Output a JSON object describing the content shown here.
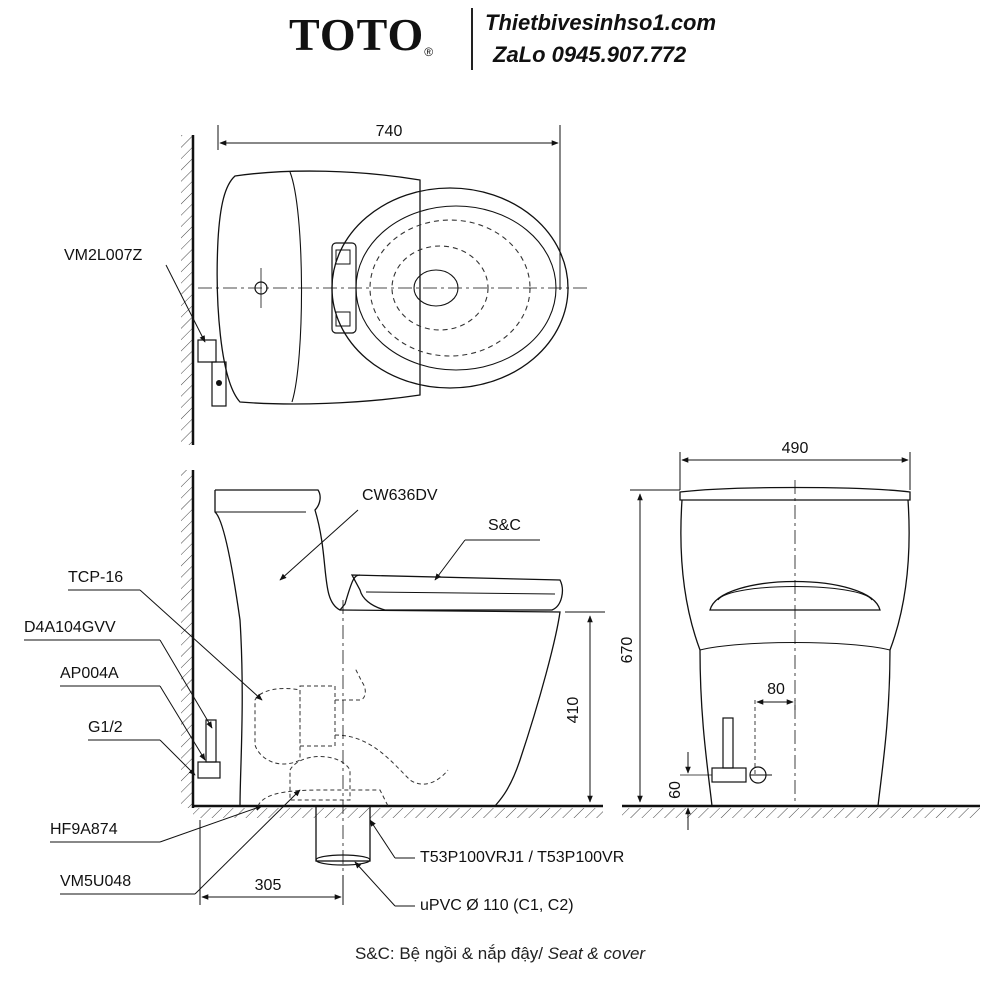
{
  "header": {
    "brand": "TOTO",
    "brand_mark": "®",
    "website": "Thietbivesinhso1.com",
    "contact": "ZaLo 0945.907.772"
  },
  "dimensions": {
    "top_width": "740",
    "front_width": "490",
    "total_height": "670",
    "seat_height": "410",
    "inlet_offset": "80",
    "inlet_height": "60",
    "rough_in": "305"
  },
  "parts": {
    "angle_valve": "VM2L007Z",
    "bowl": "CW636DV",
    "seat": "S&C",
    "tcp": "TCP-16",
    "d4a": "D4A104GVV",
    "ap": "AP004A",
    "g12": "G1/2",
    "hf": "HF9A874",
    "vm5": "VM5U048",
    "t53": "T53P100VRJ1 / T53P100VR",
    "pipe": "uPVC Ø 110 (C1, C2)"
  },
  "footer": {
    "note": "S&C: Bệ ngồi & nắp đậy/ ",
    "note_en": "Seat & cover"
  }
}
